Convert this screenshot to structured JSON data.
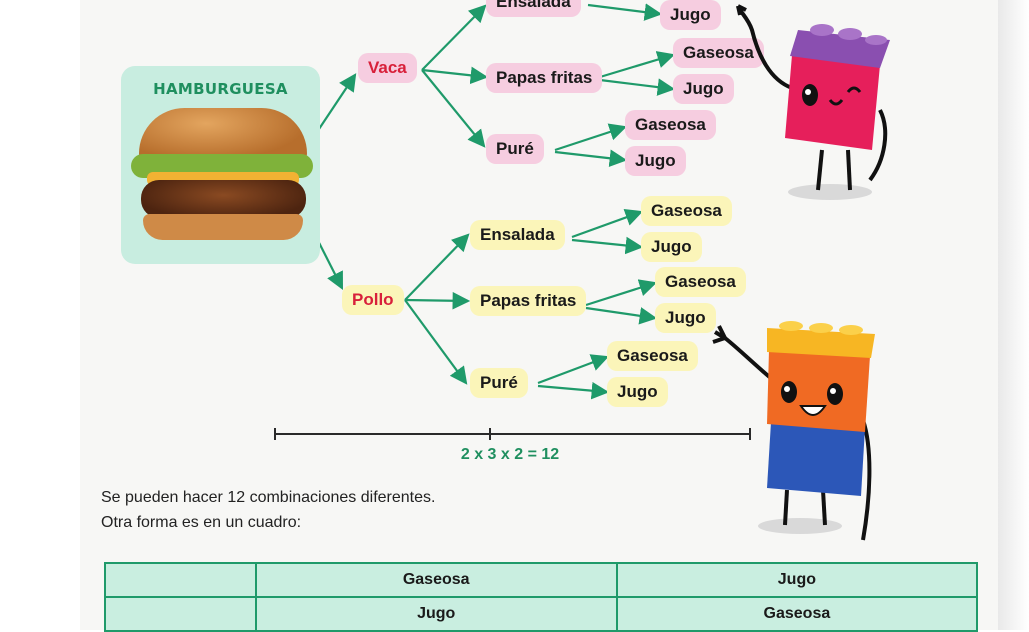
{
  "burger": {
    "title": "HAMBURGUESA"
  },
  "level1": [
    {
      "label": "Vaca"
    },
    {
      "label": "Pollo"
    }
  ],
  "level2": [
    {
      "label": "Ensalada"
    },
    {
      "label": "Papas fritas"
    },
    {
      "label": "Puré"
    },
    {
      "label": "Ensalada"
    },
    {
      "label": "Papas fritas"
    },
    {
      "label": "Puré"
    }
  ],
  "level3": [
    {
      "label": "Jugo"
    },
    {
      "label": "Gaseosa"
    },
    {
      "label": "Jugo"
    },
    {
      "label": "Gaseosa"
    },
    {
      "label": "Jugo"
    },
    {
      "label": "Gaseosa"
    },
    {
      "label": "Jugo"
    },
    {
      "label": "Gaseosa"
    },
    {
      "label": "Jugo"
    },
    {
      "label": "Gaseosa"
    },
    {
      "label": "Jugo"
    }
  ],
  "measure": {
    "formula": "2 x 3 x 2 = 12"
  },
  "text": {
    "line1": "Se pueden hacer 12 combinaciones diferentes.",
    "line2": "Otra forma es en un cuadro:"
  },
  "table": {
    "row1": [
      "",
      "Gaseosa",
      "Jugo"
    ],
    "row2": [
      "",
      "Jugo",
      "Gaseosa"
    ]
  },
  "colors": {
    "accent": "#1f8f5f",
    "pink": "#f6cde0",
    "yellow": "#fbf5b9",
    "red": "#d8203a"
  }
}
